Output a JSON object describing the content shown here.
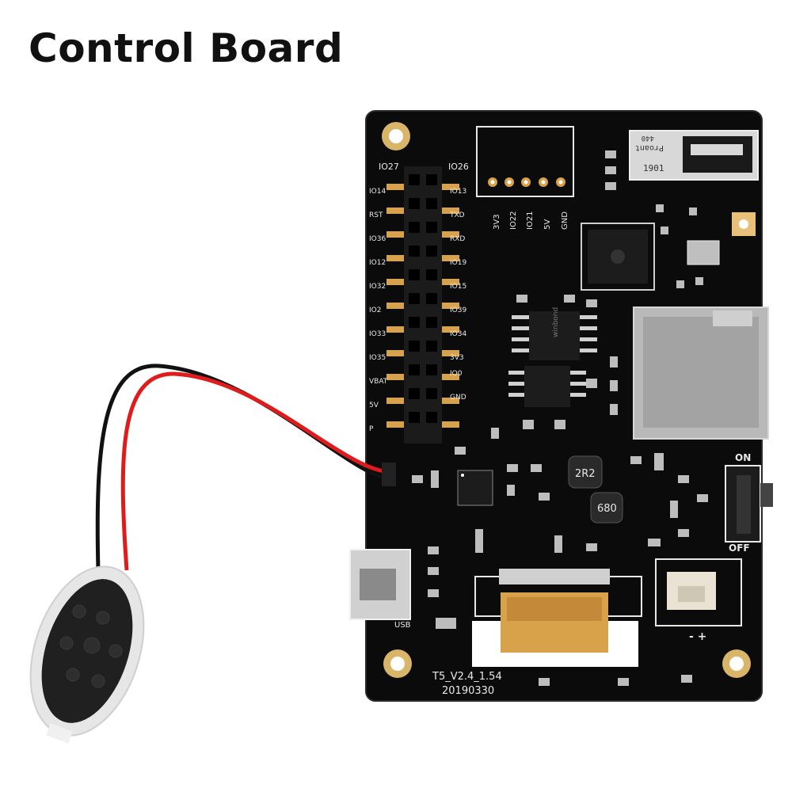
{
  "title": "Control Board",
  "board": {
    "model": "T5_V2.4_1.54",
    "date": "20190330",
    "header_top_left": "IO27",
    "header_top_right": "IO26",
    "header_left_labels": [
      "IO14",
      "RST",
      "IO36",
      "IO12",
      "IO32",
      "IO2",
      "IO33",
      "IO35",
      "VBAT",
      "5V",
      "P"
    ],
    "header_right_labels": [
      "IO13",
      "TXD",
      "RXD",
      "IO19",
      "IO15",
      "IO39",
      "IO34",
      "3V3",
      "IO0",
      "GND"
    ],
    "connector_pins": [
      "3V3",
      "IO22",
      "IO21",
      "5V",
      "GND"
    ],
    "inductor_1": "2R2",
    "inductor_2": "680",
    "switch_on": "ON",
    "switch_off": "OFF",
    "battery_polarity": "- +",
    "usb_label": "USB",
    "antenna_text_1": "Proant",
    "antenna_text_2": "440",
    "antenna_text_3": "1901",
    "chip_brand": "winbond"
  },
  "colors": {
    "board": "#0b0b0b",
    "silkscreen": "#e8e8e8",
    "wire_red": "#e01b1b",
    "wire_black": "#111111",
    "gold": "#d7a24a"
  }
}
